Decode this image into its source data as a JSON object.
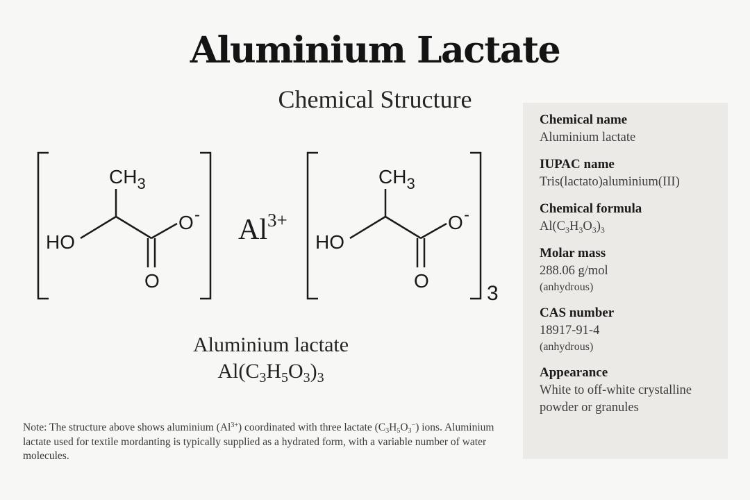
{
  "header": {
    "title": "Aluminium Lactate",
    "subtitle": "Chemical Structure"
  },
  "structure": {
    "ligand": {
      "methyl": "CH",
      "methyl_subscript": "3",
      "hydroxyl": "HO",
      "carboxylate_oxygen": "O",
      "charge": "-",
      "carbonyl_oxygen": "O"
    },
    "cation": {
      "symbol": "Al",
      "charge": "3+"
    },
    "multiplier": "3"
  },
  "caption": {
    "name": "Aluminium lactate",
    "formula_parts": [
      "Al(C",
      "3",
      "H",
      "5",
      "O",
      "3",
      ")",
      "3"
    ]
  },
  "note": {
    "part1": "Note:  The structure above shows aluminium (Al",
    "sup1": "3+",
    "part2": ") coordinated with three lactate (C",
    "sub1": "3",
    "part3": "H",
    "sub2": "5",
    "part4": "O",
    "sub3": "3",
    "sup2": "−",
    "part5": ") ions. Aluminium lactate used for textile mordanting is typically supplied as a hydrated form, with a variable number of water molecules."
  },
  "properties": {
    "chemical_name_label": "Chemical name",
    "chemical_name_value": "Aluminium lactate",
    "iupac_label": "IUPAC name",
    "iupac_value": "Tris(lactato)aluminium(III)",
    "formula_label": "Chemical formula",
    "formula_parts": [
      "Al(C",
      "3",
      "H",
      "3",
      "O",
      "3",
      ")",
      "3"
    ],
    "molar_mass_label": "Molar mass",
    "molar_mass_value": "288.06 g/mol",
    "molar_mass_note": "(anhydrous)",
    "cas_label": "CAS number",
    "cas_value": "18917-91-4",
    "cas_note": "(anhydrous)",
    "appearance_label": "Appearance",
    "appearance_value": "White to off-white crystalline powder or granules"
  },
  "colors": {
    "background": "#f7f7f6",
    "panel": "#ebeae7",
    "ink": "#1d1d1d"
  }
}
